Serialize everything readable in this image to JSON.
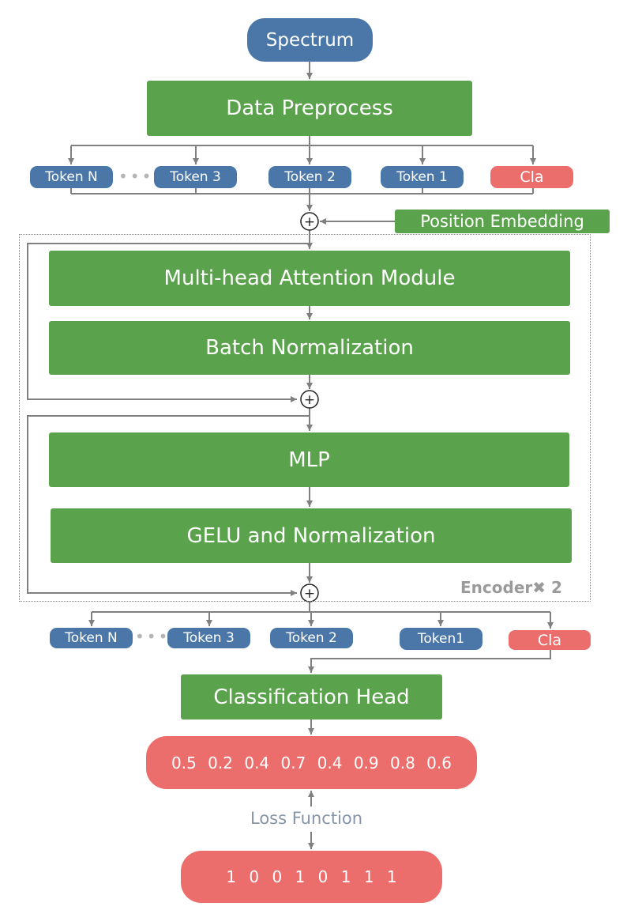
{
  "diagram": {
    "input": "Spectrum",
    "preprocess": "Data Preprocess",
    "tokens_top": [
      "Token N",
      "Token 3",
      "Token 2",
      "Token 1"
    ],
    "cls_top": "Cla",
    "position_embedding": "Position Embedding",
    "attention": "Multi-head Attention  Module",
    "batch_norm": "Batch Normalization",
    "mlp": "MLP",
    "gelu": "GELU and Normalization",
    "encoder_label": "Encoder✖ 2",
    "tokens_bottom": [
      "Token N",
      "Token 3",
      "Token 2",
      "Token1"
    ],
    "cls_bottom": "Cla",
    "head": "Classification Head",
    "predictions": "0.5  0.2  0.4  0.7  0.4  0.9  0.8  0.6",
    "loss": "Loss Function",
    "labels": "1   0   0   1   0   1   1   1",
    "ellipsis": "•••",
    "plus": "+"
  },
  "colors": {
    "green": "#5aa34c",
    "blue": "#4a77a8",
    "red": "#ec6e6c",
    "arrow": "#808080"
  }
}
